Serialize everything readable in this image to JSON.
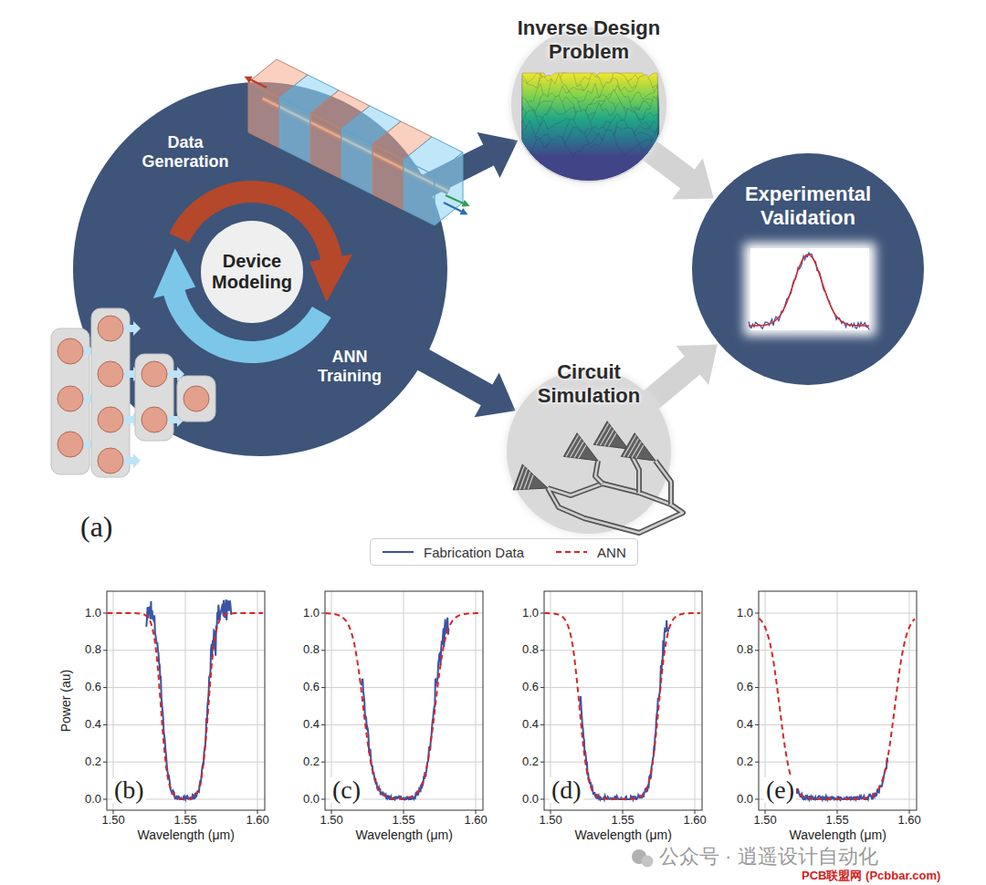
{
  "diagram": {
    "nodes": [
      {
        "text": [
          "Data Generation",
          "ANN Training"
        ]
      },
      {
        "text": [
          "Device Modeling"
        ],
        "in": 0
      },
      {
        "text": [
          "Inverse Design Problem"
        ]
      },
      {
        "text": [
          "Circuit Simulation"
        ]
      },
      {
        "text": [
          "Experimental Validation"
        ]
      }
    ],
    "edges": [
      {
        "from": 0,
        "to": 2,
        "arrow": "to"
      },
      {
        "from": 0,
        "to": 3,
        "arrow": "to"
      },
      {
        "from": 2,
        "to": 4,
        "arrow": "to"
      },
      {
        "from": 3,
        "to": 4,
        "arrow": "to"
      }
    ],
    "labels": [
      "(a)",
      "(b)",
      "1.0",
      "0.8",
      "0.6",
      "0.4",
      "0.2",
      "0.0",
      "1.50",
      "1.55",
      "1.60",
      "Wavelength (μm)",
      "(c)",
      "1.0",
      "0.8",
      "0.6",
      "0.4",
      "0.2",
      "0.0",
      "1.50",
      "1.55",
      "1.60",
      "Wavelength (μm)",
      "(d)",
      "1.0",
      "0.8",
      "0.6",
      "0.4",
      "0.2",
      "0.0",
      "1.50",
      "1.55",
      "1.60",
      "Wavelength (μm)",
      "(e)",
      "1.0",
      "0.8",
      "0.6",
      "0.4",
      "0.2",
      "0.0",
      "1.50",
      "1.55",
      "1.60",
      "Wavelength (μm)",
      "Power (au)",
      "公众号 · 逍遥设计自动化",
      "PCB联盟网 (Pcbbar.com)"
    ],
    "legend": [
      {
        "text": "Fabrication Data"
      },
      {
        "text": "ANN"
      }
    ]
  }
}
